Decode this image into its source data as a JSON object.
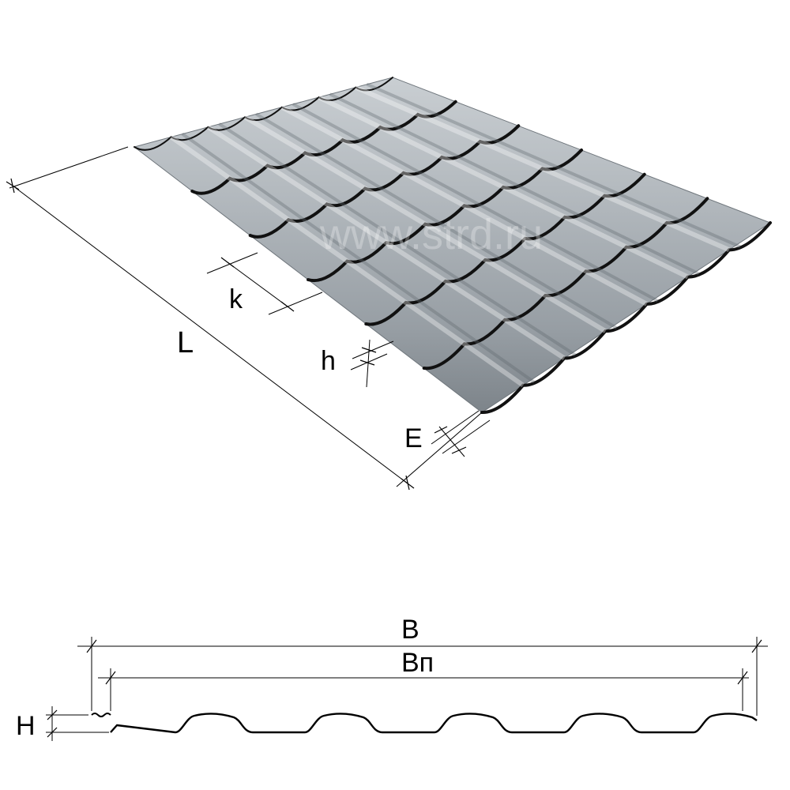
{
  "watermark": "www.strd.ru",
  "sheet_color": "#a9b0b6",
  "edge_color": "#111111",
  "dimensions": {
    "L": "L",
    "k": "k",
    "h": "h",
    "E": "E",
    "B": "B",
    "Bp": "Bп",
    "H": "H"
  }
}
